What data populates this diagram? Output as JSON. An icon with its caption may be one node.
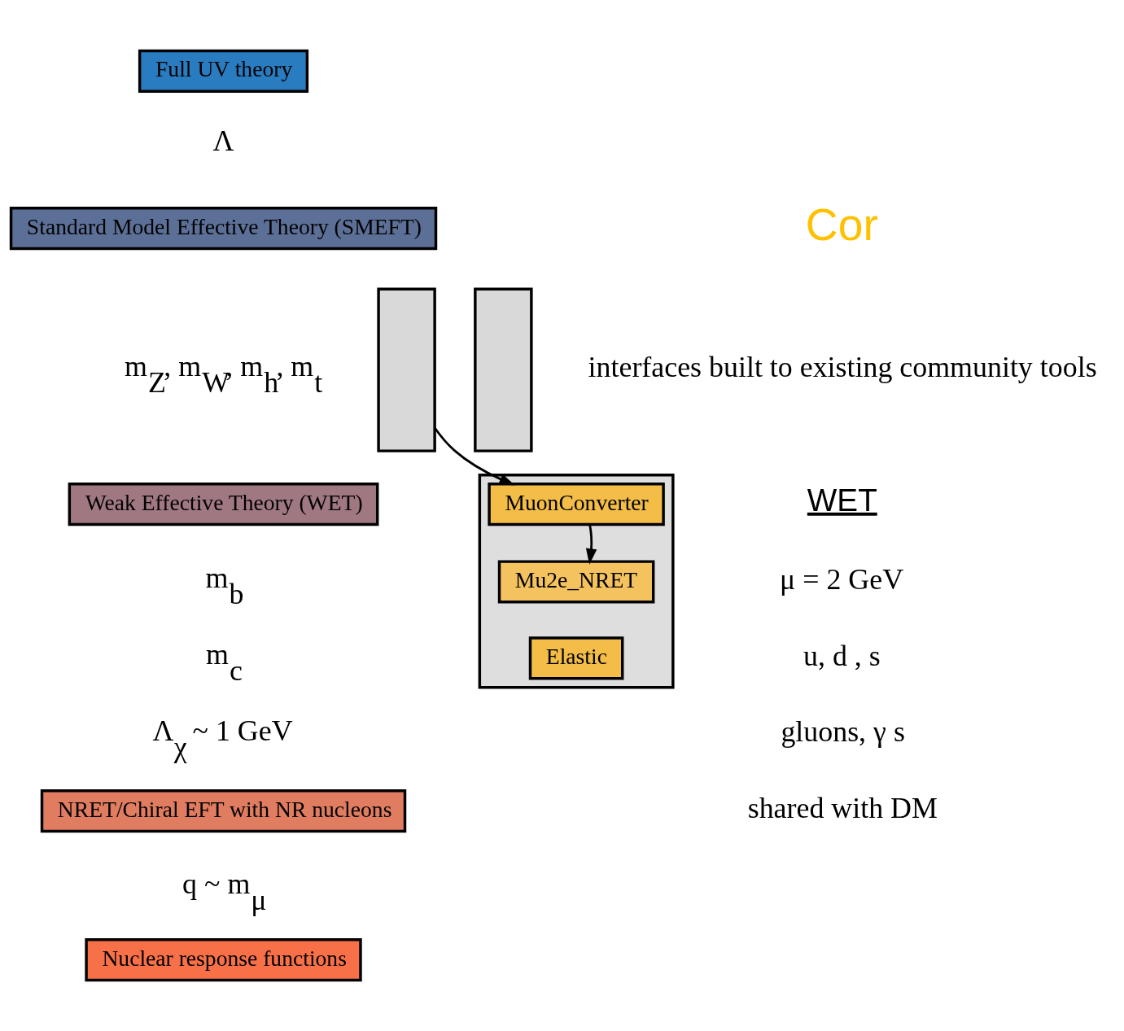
{
  "diagram": {
    "nodes": [
      {
        "text": [
          "Full UV theory"
        ]
      },
      {
        "text": [
          "Standard Model Effective Theory (SMEFT)"
        ]
      },
      {
        "text": [
          "Weak Effective Theory (WET)"
        ]
      },
      {
        "text": [
          "NRET/Chiral EFT with NR nucleons"
        ]
      },
      {
        "text": [
          "Nuclear response functions"
        ]
      },
      {
        "text": [],
        "shape": "box"
      },
      {
        "text": [],
        "shape": "box"
      },
      {
        "text": [],
        "shape": "box"
      },
      {
        "text": [
          "MuonConverter"
        ],
        "in": 7
      },
      {
        "text": [
          "Mu2e_NRET"
        ],
        "in": 7
      },
      {
        "text": [
          "Elastic"
        ],
        "in": 7
      }
    ],
    "edges": [
      {
        "from": 5,
        "to": 8,
        "arrow": "to"
      },
      {
        "from": 8,
        "to": 9,
        "arrow": "to"
      }
    ],
    "labels": [
      "Cor",
      "Λ",
      "m$_{Z}$, m$_{W}$, m$_{h}$, m$_{t}$",
      "interfaces built to existing community tools",
      "m$_{b}$",
      "WET",
      "μ = 2 GeV",
      "m$_{c}$",
      "Λ$_{χ}$ ~ 1 GeV",
      "u, d , s",
      "gluons, γ s",
      "q ~ m$_{μ}$",
      "shared with DM"
    ]
  }
}
